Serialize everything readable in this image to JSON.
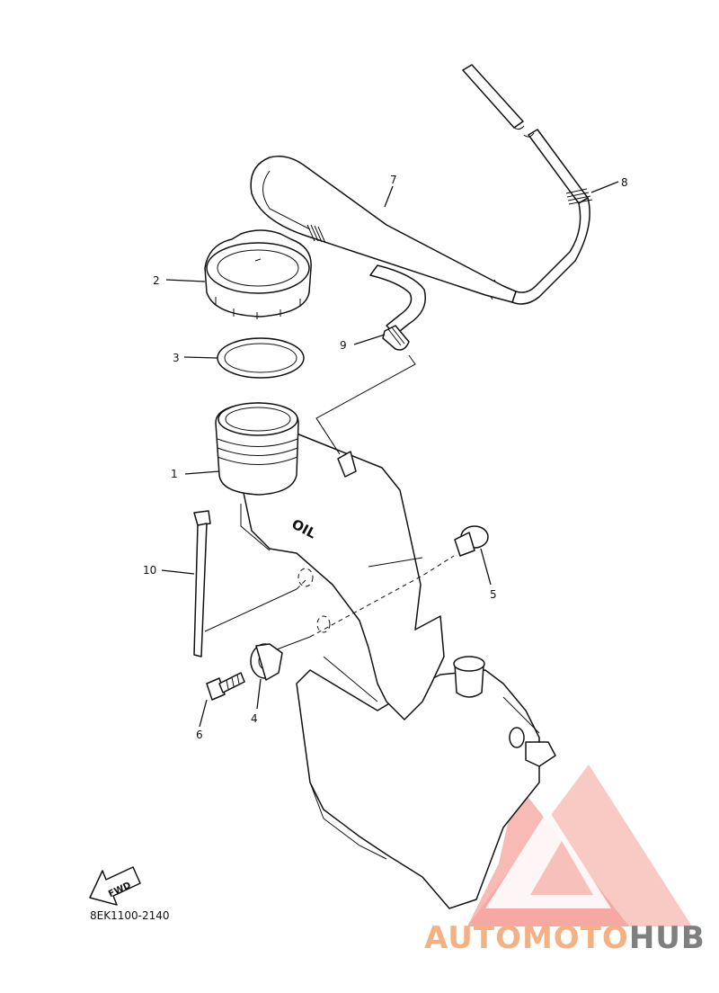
{
  "callouts": [
    {
      "id": "1",
      "label": "1"
    },
    {
      "id": "2",
      "label": "2"
    },
    {
      "id": "3",
      "label": "3"
    },
    {
      "id": "4",
      "label": "4"
    },
    {
      "id": "5",
      "label": "5"
    },
    {
      "id": "6",
      "label": "6"
    },
    {
      "id": "7",
      "label": "7"
    },
    {
      "id": "8",
      "label": "8"
    },
    {
      "id": "9",
      "label": "9"
    },
    {
      "id": "10",
      "label": "10"
    }
  ],
  "tank_marking": "OIL",
  "fwd_label": "FWD",
  "diagram_code": "8EK1100-2140",
  "watermark": {
    "part1": "AUTOMOTO",
    "part2": "HUB",
    "color_orange": "#f4b183",
    "color_salmon": "#f28b82",
    "color_gray": "#7f7f7f"
  }
}
